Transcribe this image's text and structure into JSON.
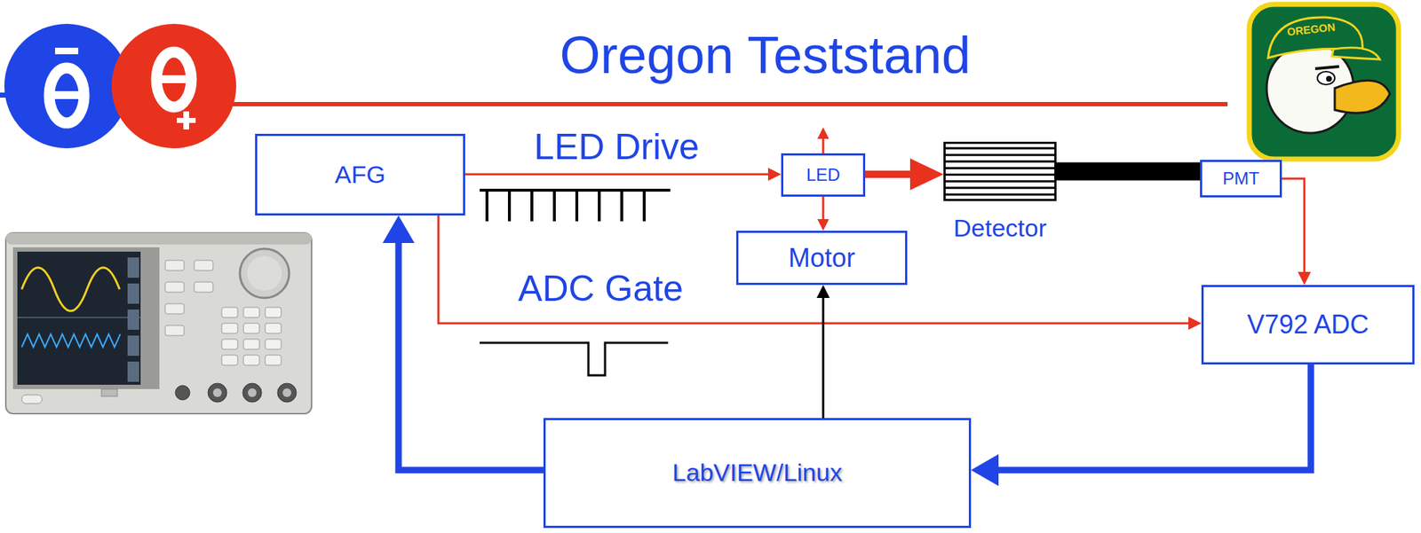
{
  "diagram": {
    "title": "Oregon Teststand",
    "nodes": [
      {
        "text": [
          "AFG"
        ]
      },
      {
        "text": [
          "LED"
        ]
      },
      {
        "text": [
          "Detector"
        ]
      },
      {
        "text": [
          "PMT"
        ]
      },
      {
        "text": [
          "Motor"
        ]
      },
      {
        "text": [
          "V792 ADC"
        ]
      },
      {
        "text": [
          "LabVIEW/Linux"
        ]
      }
    ],
    "edges": [
      {
        "from": 0,
        "to": 1,
        "arrow": "to",
        "label": "LED Drive"
      },
      {
        "from": 1,
        "to": 4,
        "arrow": "to"
      },
      {
        "from": 1,
        "to": 2,
        "arrow": "to"
      },
      {
        "from": 2,
        "to": 3,
        "arrow": "none"
      },
      {
        "from": 3,
        "to": 5,
        "arrow": "to"
      },
      {
        "from": 0,
        "to": 5,
        "arrow": "to",
        "label": "ADC Gate"
      },
      {
        "from": 5,
        "to": 6,
        "arrow": "to"
      },
      {
        "from": 6,
        "to": 0,
        "arrow": "to"
      },
      {
        "from": 6,
        "to": 4,
        "arrow": "to"
      }
    ],
    "labels": [
      "OREGON"
    ]
  }
}
